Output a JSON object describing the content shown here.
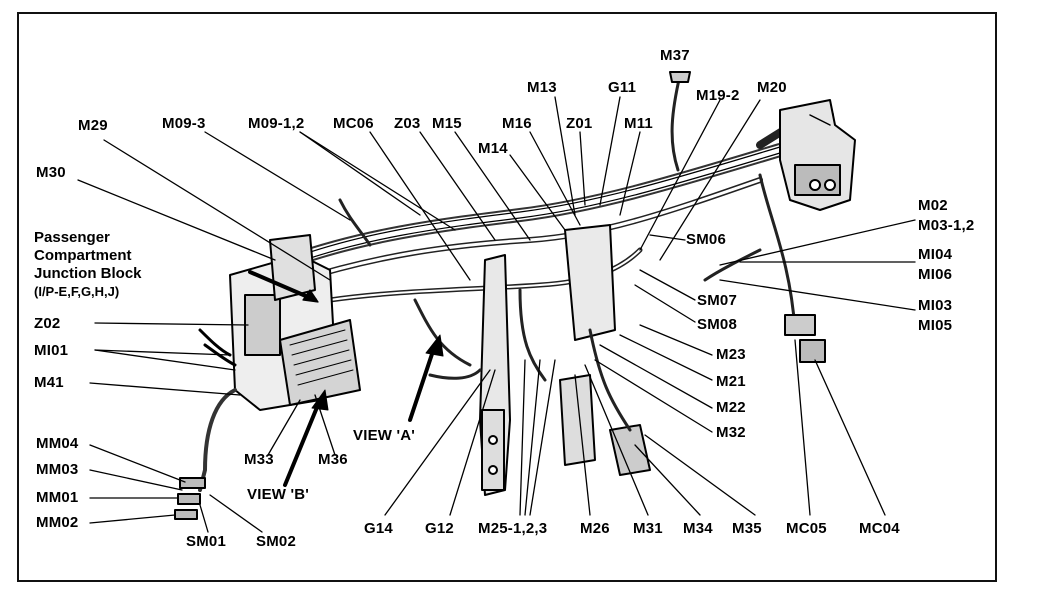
{
  "labels": {
    "M37": "M37",
    "M13": "M13",
    "G11": "G11",
    "M19_2": "M19-2",
    "M20": "M20",
    "M29": "M29",
    "M09_3": "M09-3",
    "M09_12": "M09-1,2",
    "MC06": "MC06",
    "Z03": "Z03",
    "M15": "M15",
    "M16": "M16",
    "Z01": "Z01",
    "M11": "M11",
    "M14": "M14",
    "M30": "M30",
    "M02": "M02",
    "M03_12": "M03-1,2",
    "MI04": "MI04",
    "MI06": "MI06",
    "MI03": "MI03",
    "MI05": "MI05",
    "SM06": "SM06",
    "SM07": "SM07",
    "SM08": "SM08",
    "M23": "M23",
    "M21": "M21",
    "M22": "M22",
    "M32": "M32",
    "Z02": "Z02",
    "MI01": "MI01",
    "M41": "M41",
    "MM04": "MM04",
    "MM03": "MM03",
    "MM01": "MM01",
    "MM02": "MM02",
    "SM01": "SM01",
    "SM02": "SM02",
    "M33": "M33",
    "M36": "M36",
    "VIEW_B": "VIEW 'B'",
    "VIEW_A": "VIEW 'A'",
    "G14": "G14",
    "G12": "G12",
    "M25_123": "M25-1,2,3",
    "M26": "M26",
    "M31": "M31",
    "M34": "M34",
    "M35": "M35",
    "MC05": "MC05",
    "MC04": "MC04"
  },
  "junction_block": {
    "line1": "Passenger",
    "line2": "Compartment",
    "line3": "Junction Block",
    "line4": "(I/P-E,F,G,H,J)"
  }
}
